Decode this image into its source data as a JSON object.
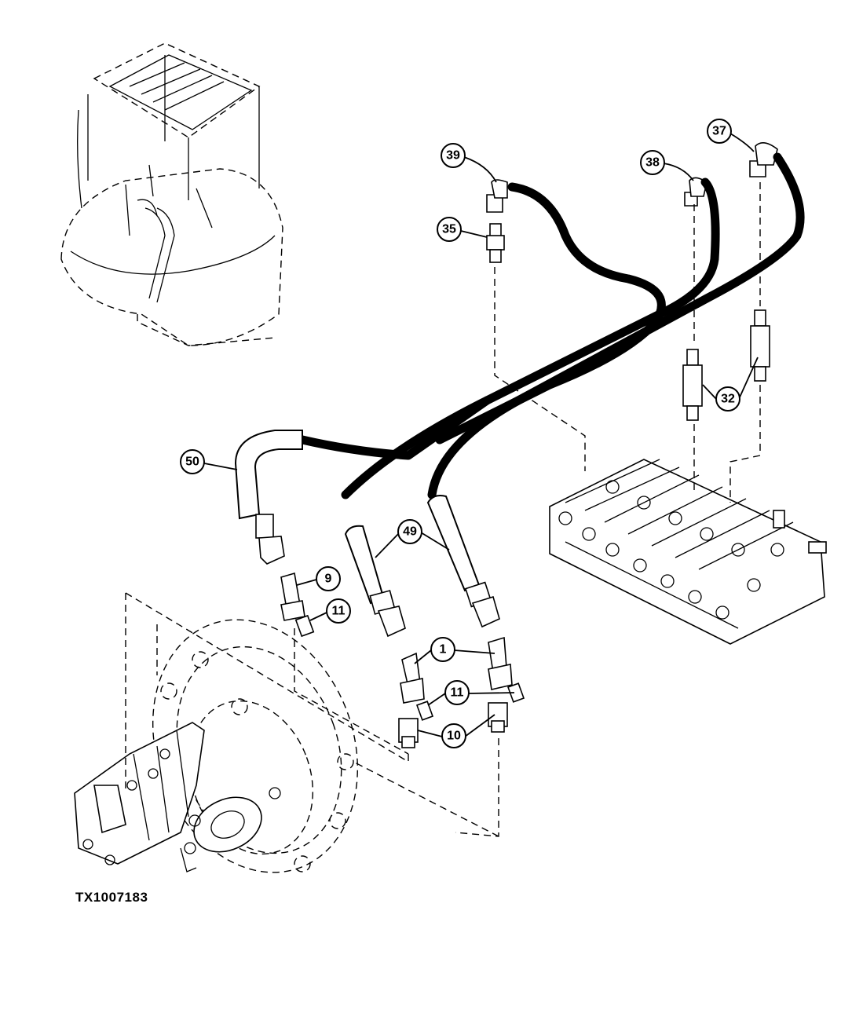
{
  "figure_id": "TX1007183",
  "callouts": [
    {
      "label": "39"
    },
    {
      "label": "38"
    },
    {
      "label": "37"
    },
    {
      "label": "35"
    },
    {
      "label": "32"
    },
    {
      "label": "50"
    },
    {
      "label": "49"
    },
    {
      "label": "9"
    },
    {
      "label": "11"
    },
    {
      "label": "1"
    },
    {
      "label": "11"
    },
    {
      "label": "10"
    }
  ]
}
